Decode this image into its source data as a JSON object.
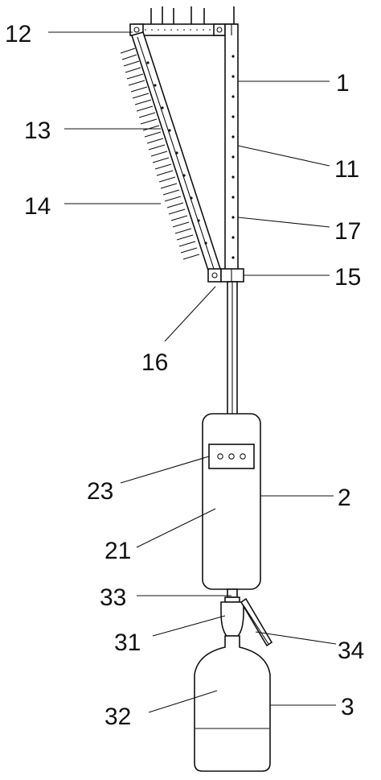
{
  "labels": {
    "l1": "1",
    "l2": "2",
    "l3": "3",
    "l11": "11",
    "l12": "12",
    "l13": "13",
    "l14": "14",
    "l15": "15",
    "l16": "16",
    "l17": "17",
    "l21": "21",
    "l23": "23",
    "l31": "31",
    "l32": "32",
    "l33": "33",
    "l34": "34"
  },
  "colors": {
    "line": "#111111",
    "background": "#ffffff"
  }
}
